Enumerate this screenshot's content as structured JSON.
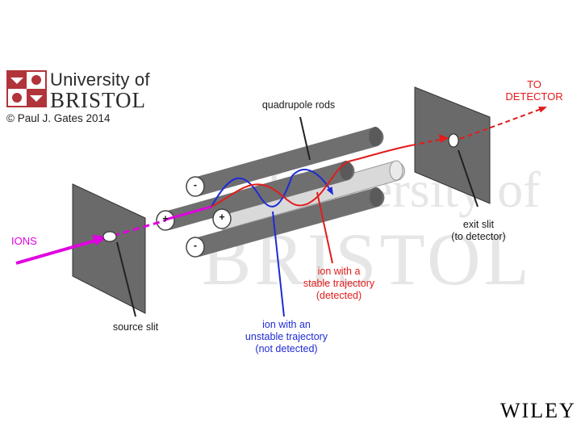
{
  "branding": {
    "university_line1": "University of",
    "university_line2": "BRISTOL",
    "copyright": "© Paul J. Gates 2014",
    "publisher": "WILEY",
    "watermark_line1": "University of",
    "watermark_line2": "BRISTOL"
  },
  "labels": {
    "quadrupole_rods": "quadrupole rods",
    "to_detector": "TO\nDETECTOR",
    "ions": "IONS",
    "exit_slit": "exit slit\n(to detector)",
    "stable": "ion with a\nstable trajectory\n(detected)",
    "unstable": "ion with an\nunstable trajectory\n(not detected)",
    "source_slit": "source slit"
  },
  "polarity": {
    "top_rod": "-",
    "left_rod": "+",
    "front_right_rod": "+",
    "bottom_rod": "-"
  },
  "colors": {
    "ion_beam": "#e000e0",
    "stable_ion": "#e21c1c",
    "unstable_ion": "#1f2bd6",
    "rod_dark": "#6f6f6f",
    "rod_light": "#d9d9d9",
    "slit_plate": "#6a6a6a"
  }
}
